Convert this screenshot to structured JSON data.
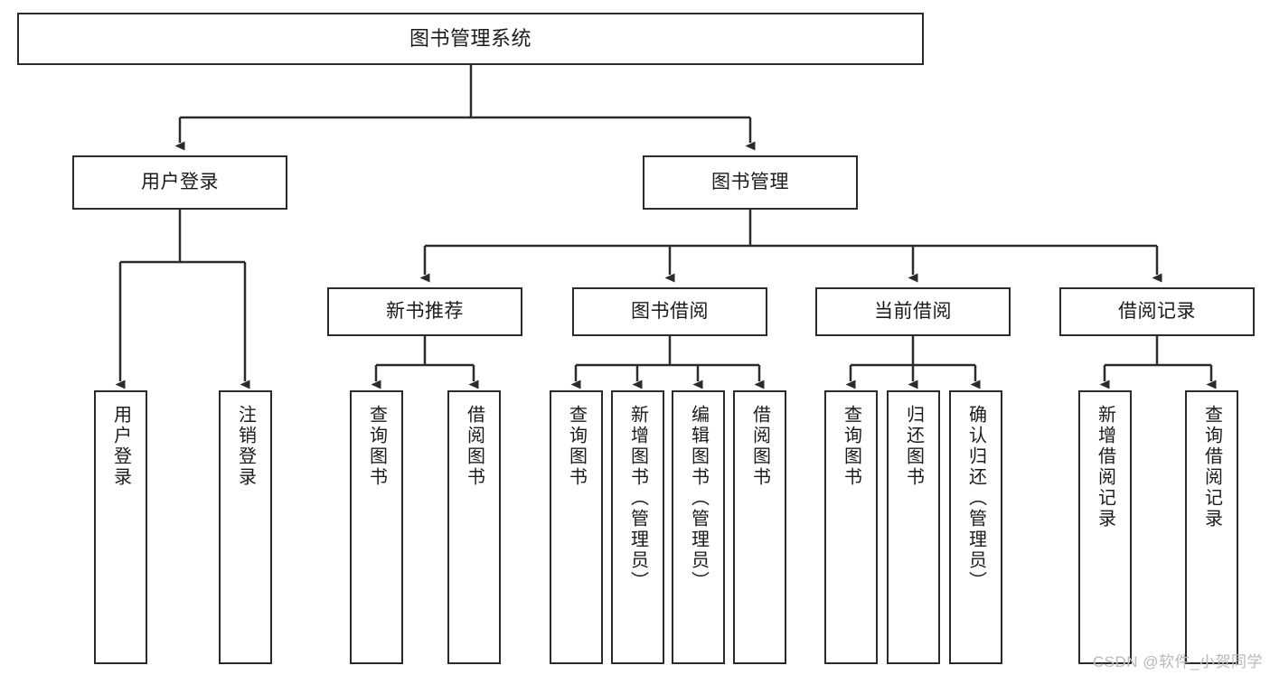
{
  "diagram": {
    "title": "图书管理系统",
    "type": "tree",
    "watermark": "CSDN @软件_小贺同学",
    "stroke_color": "#2b2b2b",
    "fill_color": "#ffffff",
    "text_color": "#1b1b1b"
  },
  "nodes": {
    "root": {
      "label": "图书管理系统"
    },
    "level1": [
      {
        "id": "user-login",
        "label": "用户登录"
      },
      {
        "id": "book-manage",
        "label": "图书管理"
      }
    ],
    "level2": [
      {
        "id": "new-book-recommend",
        "label": "新书推荐"
      },
      {
        "id": "book-borrow",
        "label": "图书借阅"
      },
      {
        "id": "current-borrow",
        "label": "当前借阅"
      },
      {
        "id": "borrow-record",
        "label": "借阅记录"
      }
    ],
    "leaves": {
      "user_login": [
        {
          "id": "leaf-user-login",
          "label": "用户登录"
        },
        {
          "id": "leaf-logout-login",
          "label": "注销登录"
        }
      ],
      "new_book_recommend": [
        {
          "id": "leaf-query-book-1",
          "label": "查询图书"
        },
        {
          "id": "leaf-borrow-book-1",
          "label": "借阅图书"
        }
      ],
      "book_borrow": [
        {
          "id": "leaf-query-book-2",
          "label": "查询图书"
        },
        {
          "id": "leaf-add-book",
          "label": "新增图书（管理员）"
        },
        {
          "id": "leaf-edit-book",
          "label": "编辑图书（管理员）"
        },
        {
          "id": "leaf-borrow-book-2",
          "label": "借阅图书"
        }
      ],
      "current_borrow": [
        {
          "id": "leaf-query-book-3",
          "label": "查询图书"
        },
        {
          "id": "leaf-return-book",
          "label": "归还图书"
        },
        {
          "id": "leaf-confirm-return",
          "label": "确认归还（管理员）"
        }
      ],
      "borrow_record": [
        {
          "id": "leaf-add-record",
          "label": "新增借阅记录"
        },
        {
          "id": "leaf-query-record",
          "label": "查询借阅记录"
        }
      ]
    }
  }
}
